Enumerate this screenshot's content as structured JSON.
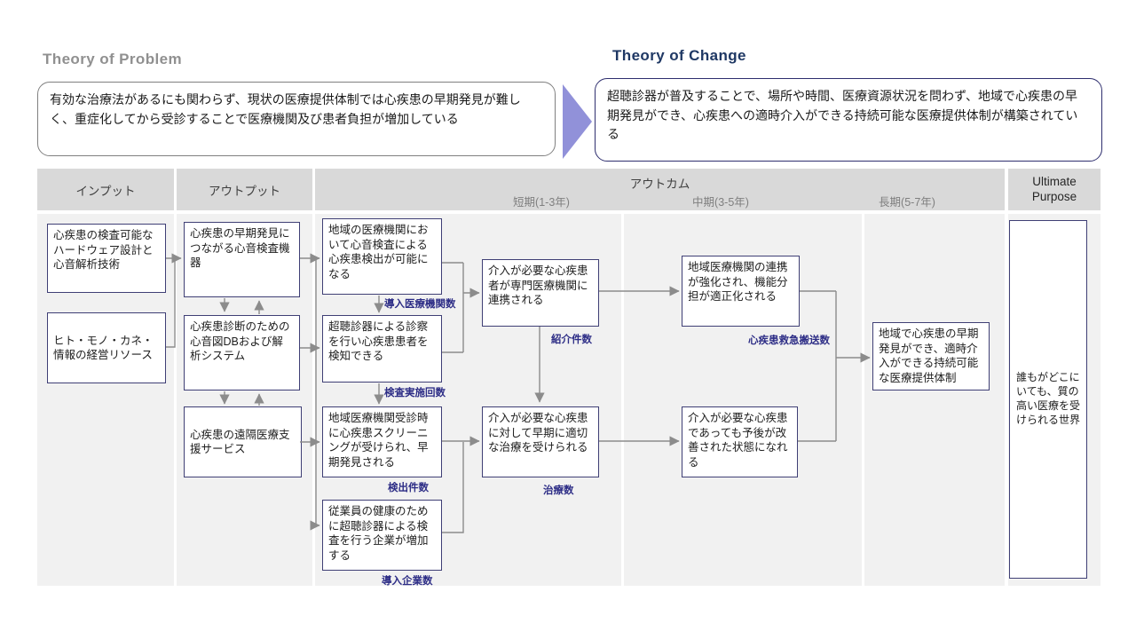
{
  "theory_problem": {
    "title": "Theory of Problem",
    "text": "有効な治療法があるにも関わらず、現状の医療提供体制では心疾患の早期発見が難しく、重症化してから受診することで医療機関及び患者負担が増加している"
  },
  "theory_change": {
    "title": "Theory of Change",
    "text": "超聴診器が普及することで、場所や時間、医療資源状況を問わず、地域で心疾患の早期発見ができ、心疾患への適時介入ができる持続可能な医療提供体制が構築されている"
  },
  "headers": {
    "input": "インプット",
    "output": "アウトプット",
    "outcome": "アウトカム",
    "ultimate": "Ultimate Purpose",
    "period_short": "短期(1-3年)",
    "period_mid": "中期(3-5年)",
    "period_long": "長期(5-7年)"
  },
  "boxes": {
    "input1": "心疾患の検査可能なハードウェア設計と心音解析技術",
    "input2": "ヒト・モノ・カネ・情報の経営リソース",
    "output1": "心疾患の早期発見につながる心音検査機器",
    "output2": "心疾患診断のための心音図DBおよび解析システム",
    "output3": "心疾患の遠隔医療支援サービス",
    "short1": "地域の医療機関において心音検査による心疾患検出が可能になる",
    "short2": "超聴診器による診察を行い心疾患患者を検知できる",
    "short3": "地域医療機関受診時に心疾患スクリーニングが受けられ、早期発見される",
    "short4": "従業員の健康のために超聴診器による検査を行う企業が増加する",
    "short5": "介入が必要な心疾患者が専門医療機関に連携される",
    "short6": "介入が必要な心疾患に対して早期に適切な治療を受けられる",
    "mid1": "地域医療機関の連携が強化され、機能分担が適正化される",
    "mid2": "介入が必要な心疾患であっても予後が改善された状態になれる",
    "long1": "地域で心疾患の早期発見ができ、適時介入ができる持続可能な医療提供体制",
    "ultimate": "誰もがどこにいても、質の高い医療を受けられる世界"
  },
  "kpis": {
    "k1": "導入医療機関数",
    "k2": "検査実施回数",
    "k3": "検出件数",
    "k4": "導入企業数",
    "k5": "紹介件数",
    "k6": "治療数",
    "k7": "心疾患救急搬送数"
  },
  "colors": {
    "navy": "#1f3864",
    "box_border": "#3f3f75",
    "kpi_label": "#2d2d86",
    "arrow_gray": "#8c8c8c",
    "header_bg": "#d9d9d9",
    "body_bg": "#f1f1f1",
    "big_arrow": "#9191d9",
    "problem_title_gray": "#909090"
  }
}
